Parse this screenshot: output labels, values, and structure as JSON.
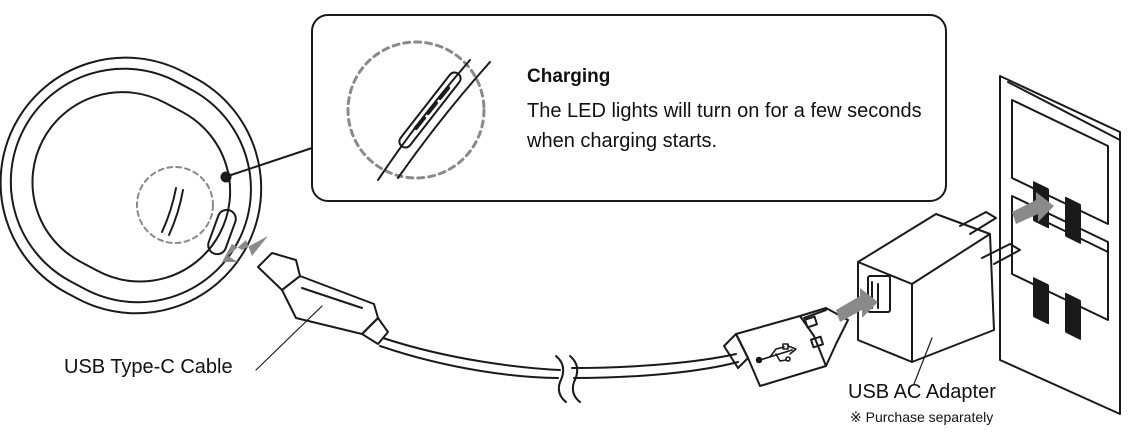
{
  "callout": {
    "title": "Charging",
    "body": "The LED lights will turn on for a few seconds when charging starts."
  },
  "labels": {
    "cable": "USB Type-C Cable",
    "adapter": "USB AC Adapter",
    "adapter_note": "※ Purchase separately"
  },
  "icons": {
    "usb": "usb-symbol-icon",
    "arrow": "insert-arrow-icon"
  },
  "colors": {
    "line": "#1a1a1a",
    "arrow": "#8a8a8a",
    "dashed": "#8a8a8a"
  }
}
